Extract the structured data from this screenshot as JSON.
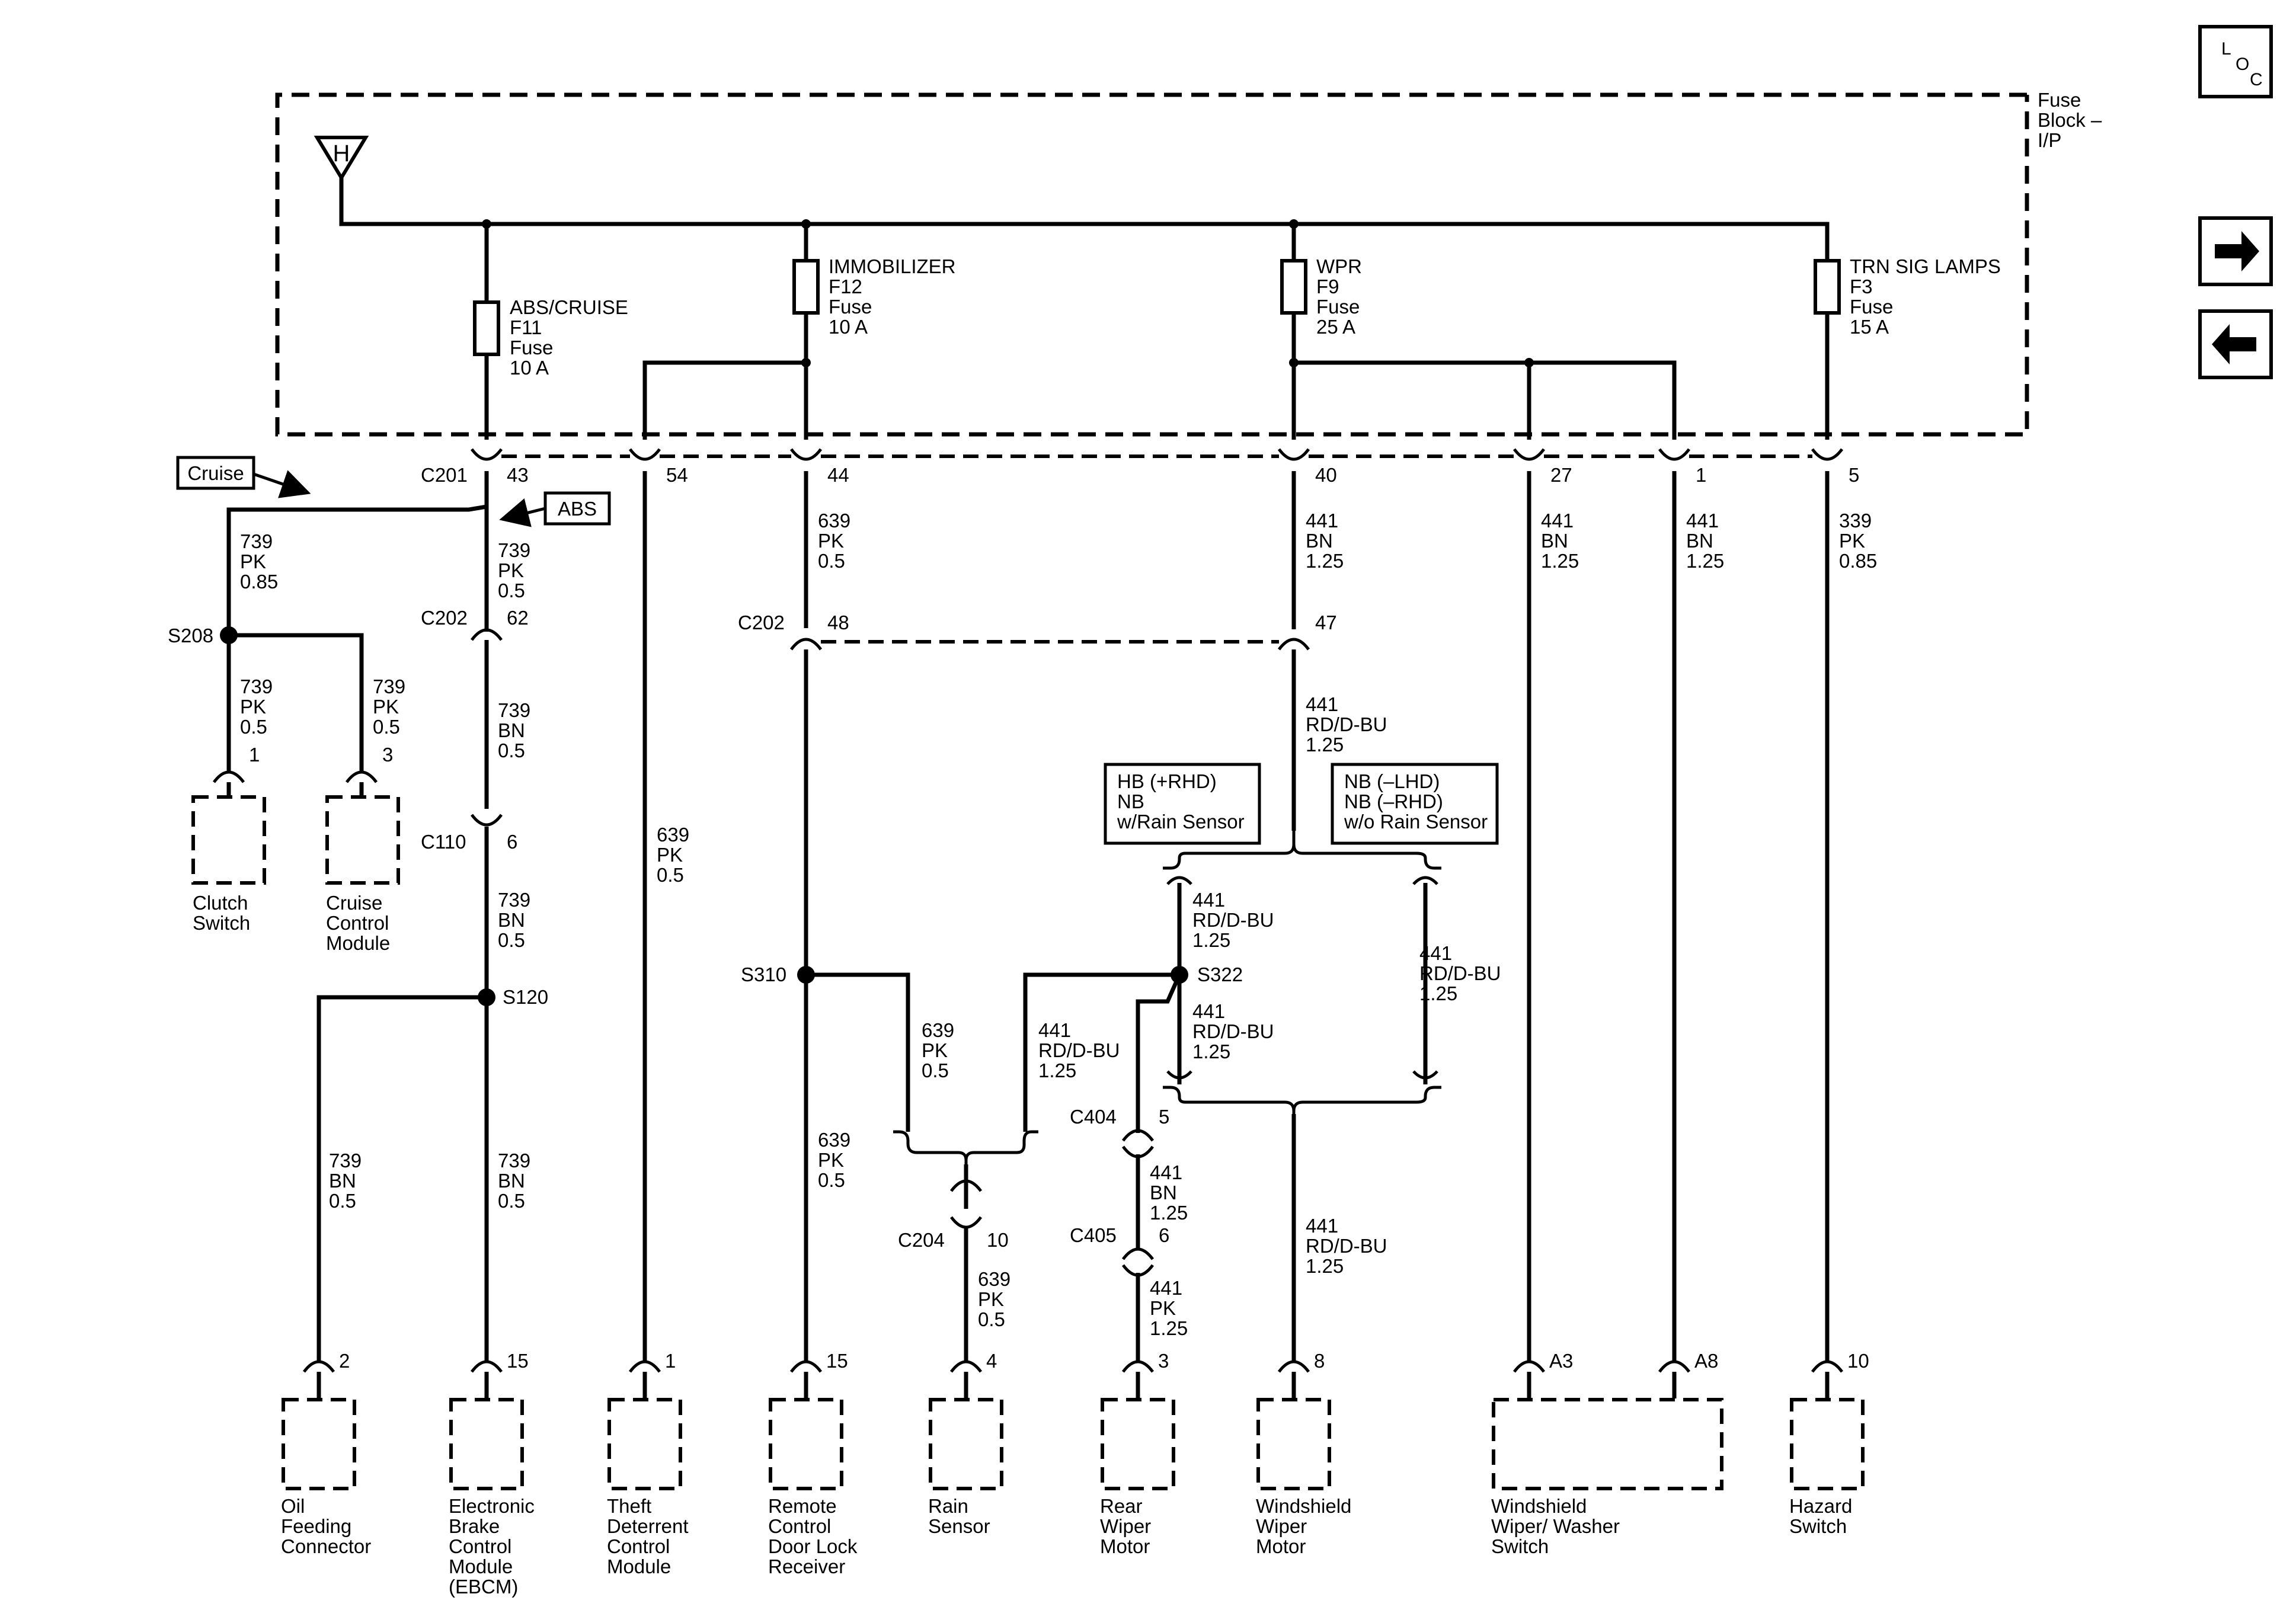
{
  "fuse_block": {
    "name": [
      "Fuse",
      "Block –",
      "I/P"
    ],
    "hot_indicator": "H",
    "fuses": [
      {
        "lines": [
          "ABS/CRUISE",
          "F11",
          "Fuse",
          "10 A"
        ]
      },
      {
        "lines": [
          "IMMOBILIZER",
          "F12",
          "Fuse",
          "10 A"
        ]
      },
      {
        "lines": [
          "WPR",
          "F9",
          "Fuse",
          "25 A"
        ]
      },
      {
        "lines": [
          "TRN SIG LAMPS",
          "F3",
          "Fuse",
          "15 A"
        ]
      }
    ]
  },
  "nav": {
    "loc": [
      "L",
      "O",
      "C"
    ],
    "forward_icon": "arrow-right-icon",
    "back_icon": "arrow-left-icon"
  },
  "tags": {
    "cruise": "Cruise",
    "abs": "ABS",
    "hb_box": [
      "HB (+RHD)",
      "NB",
      "w/Rain Sensor"
    ],
    "nb_box": [
      "NB (–LHD)",
      "NB (–RHD)",
      "w/o Rain Sensor"
    ]
  },
  "connectors": {
    "c201": "C201",
    "c201_pins": [
      "43",
      "54",
      "44",
      "40",
      "27",
      "1",
      "5"
    ],
    "c202a": "C202",
    "c202a_pin": "62",
    "c202b": "C202",
    "c202b_pins": [
      "48",
      "47"
    ],
    "c110": "C110",
    "c110_pin": "6",
    "c204": "C204",
    "c204_pin": "10",
    "c404": "C404",
    "c404_pin": "5",
    "c405": "C405",
    "c405_pin": "6"
  },
  "splices": {
    "s208": "S208",
    "s120": "S120",
    "s310": "S310",
    "s322": "S322"
  },
  "wires": {
    "w_cruise_a": [
      "739",
      "PK",
      "0.85"
    ],
    "w_abs_a": [
      "739",
      "PK",
      "0.5"
    ],
    "w_s208_left": [
      "739",
      "PK",
      "0.5"
    ],
    "w_s208_right": [
      "739",
      "PK",
      "0.5"
    ],
    "w_c202_c110": [
      "739",
      "BN",
      "0.5"
    ],
    "w_c110_s120": [
      "739",
      "BN",
      "0.5"
    ],
    "w_oil": [
      "739",
      "BN",
      "0.5"
    ],
    "w_ebcm": [
      "739",
      "BN",
      "0.5"
    ],
    "w_theft": [
      "639",
      "PK",
      "0.5"
    ],
    "w_imm_top": [
      "639",
      "PK",
      "0.5"
    ],
    "w_remote": [
      "639",
      "PK",
      "0.5"
    ],
    "w_s310_rain": [
      "639",
      "PK",
      "0.5"
    ],
    "w_c204_rain": [
      "639",
      "PK",
      "0.5"
    ],
    "w_wpr_top": [
      "441",
      "BN",
      "1.25"
    ],
    "w_c202_47": [
      "441",
      "RD/D-BU",
      "1.25"
    ],
    "w_hb_upper": [
      "441",
      "RD/D-BU",
      "1.25"
    ],
    "w_s322_lower": [
      "441",
      "RD/D-BU",
      "1.25"
    ],
    "w_s322_rain": [
      "441",
      "RD/D-BU",
      "1.25"
    ],
    "w_nb_right": [
      "441",
      "RD/D-BU",
      "1.25"
    ],
    "w_c404_c405": [
      "441",
      "BN",
      "1.25"
    ],
    "w_c405_rear": [
      "441",
      "PK",
      "1.25"
    ],
    "w_ws_motor": [
      "441",
      "RD/D-BU",
      "1.25"
    ],
    "w_pin27": [
      "441",
      "BN",
      "1.25"
    ],
    "w_pin1": [
      "441",
      "BN",
      "1.25"
    ],
    "w_trn": [
      "339",
      "PK",
      "0.85"
    ]
  },
  "components": {
    "clutch": {
      "pin": "1",
      "name": [
        "Clutch",
        "Switch"
      ]
    },
    "cruise_module": {
      "pin": "3",
      "name": [
        "Cruise",
        "Control",
        "Module"
      ]
    },
    "oil": {
      "pin": "2",
      "name": [
        "Oil",
        "Feeding",
        "Connector"
      ]
    },
    "ebcm": {
      "pin": "15",
      "name": [
        "Electronic",
        "Brake",
        "Control",
        "Module",
        "(EBCM)"
      ]
    },
    "theft": {
      "pin": "1",
      "name": [
        "Theft",
        "Deterrent",
        "Control",
        "Module"
      ]
    },
    "remote": {
      "pin": "15",
      "name": [
        "Remote",
        "Control",
        "Door Lock",
        "Receiver"
      ]
    },
    "rain": {
      "pin": "4",
      "name": [
        "Rain",
        "Sensor"
      ]
    },
    "rear_wiper": {
      "pin": "3",
      "name": [
        "Rear",
        "Wiper",
        "Motor"
      ]
    },
    "ws_motor": {
      "pin": "8",
      "name": [
        "Windshield",
        "Wiper",
        "Motor"
      ]
    },
    "ws_switch": {
      "pins": [
        "A3",
        "A8"
      ],
      "name": [
        "Windshield",
        "Wiper/ Washer",
        "Switch"
      ]
    },
    "hazard": {
      "pin": "10",
      "name": [
        "Hazard",
        "Switch"
      ]
    }
  }
}
